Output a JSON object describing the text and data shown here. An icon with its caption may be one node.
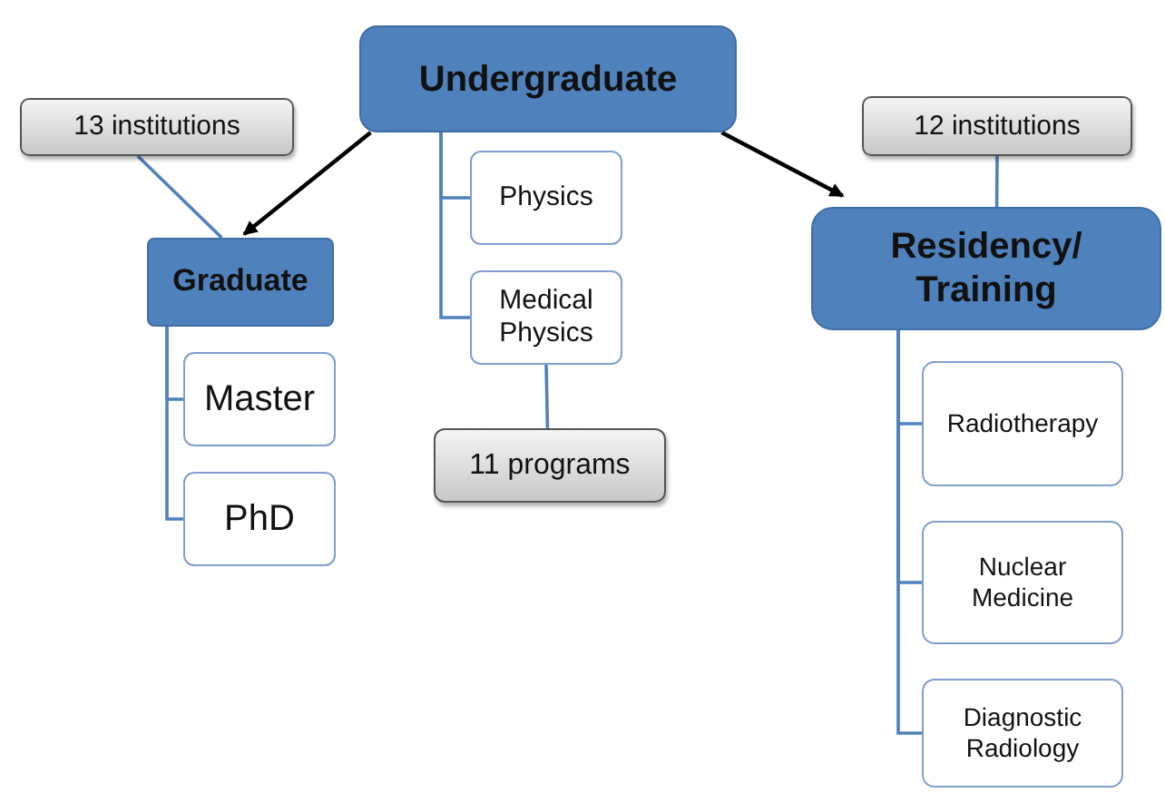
{
  "diagram": {
    "nodes": [
      {
        "text": [
          "Undergraduate"
        ]
      },
      {
        "text": [
          "13 institutions"
        ]
      },
      {
        "text": [
          "Graduate"
        ]
      },
      {
        "text": [
          "Master"
        ]
      },
      {
        "text": [
          "PhD"
        ]
      },
      {
        "text": [
          "Physics"
        ]
      },
      {
        "text": [
          "Medical Physics"
        ]
      },
      {
        "text": [
          "11 programs"
        ]
      },
      {
        "text": [
          "12 institutions"
        ]
      },
      {
        "text": [
          "Residency/ Training"
        ]
      },
      {
        "text": [
          "Radiotherapy"
        ]
      },
      {
        "text": [
          "Nuclear Medicine"
        ]
      },
      {
        "text": [
          "Diagnostic Radiology"
        ]
      }
    ],
    "edges": [
      {
        "from": 0,
        "to": 2,
        "arrow": "to",
        "color": "#000000"
      },
      {
        "from": 0,
        "to": 9,
        "arrow": "to",
        "color": "#000000"
      },
      {
        "from": 0,
        "to": 5,
        "arrow": "none"
      },
      {
        "from": 0,
        "to": 6,
        "arrow": "none"
      },
      {
        "from": 6,
        "to": 7,
        "arrow": "none"
      },
      {
        "from": 2,
        "to": 3,
        "arrow": "none"
      },
      {
        "from": 2,
        "to": 4,
        "arrow": "none"
      },
      {
        "from": 1,
        "to": 2,
        "arrow": "none"
      },
      {
        "from": 8,
        "to": 9,
        "arrow": "none"
      },
      {
        "from": 9,
        "to": 10,
        "arrow": "none"
      },
      {
        "from": 9,
        "to": 11,
        "arrow": "none"
      },
      {
        "from": 9,
        "to": 12,
        "arrow": "none"
      }
    ]
  }
}
